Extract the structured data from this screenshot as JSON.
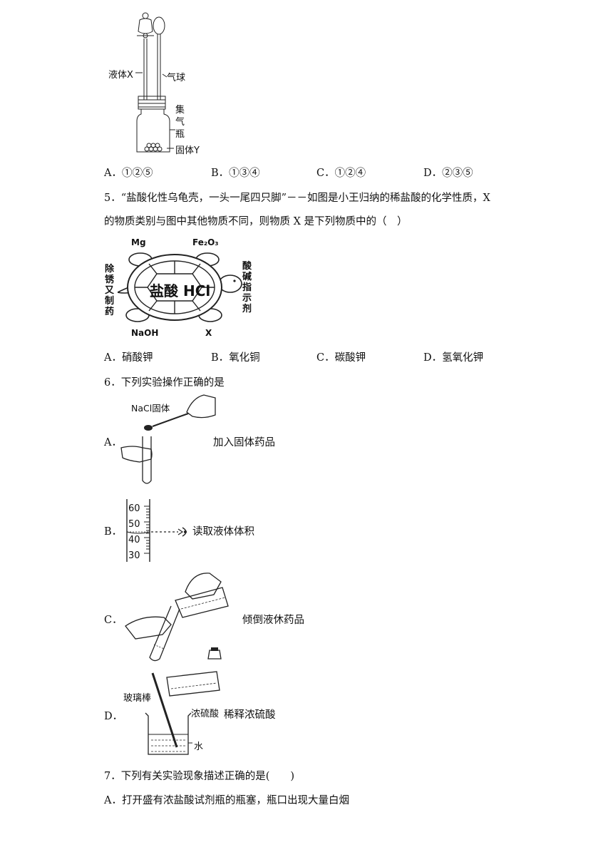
{
  "apparatus": {
    "label_liquid": "液体X",
    "label_balloon": "气球",
    "label_bottle": [
      "集",
      "气",
      "瓶"
    ],
    "label_solid": "固体Y"
  },
  "q4": {
    "options": [
      {
        "letter": "A．",
        "text": "①②⑤"
      },
      {
        "letter": "B．",
        "text": "①③④"
      },
      {
        "letter": "C．",
        "text": "①②④"
      },
      {
        "letter": "D．",
        "text": "②③⑤"
      }
    ]
  },
  "q5": {
    "line1": "5．“盐酸化性乌龟壳，一头一尾四只脚”－－如图是小王归纳的稀盐酸的化学性质，X",
    "line2": "的物质类别与图中其他物质不同，则物质 X 是下列物质中的（　）",
    "turtle": {
      "center": "盐酸 HCl",
      "mg": "Mg",
      "fe2o3": "Fe₂O₃",
      "naoh": "NaOH",
      "x": "X",
      "left": [
        "除",
        "锈",
        "又",
        "制",
        "药"
      ],
      "right": [
        "酸",
        "碱",
        "指",
        "示",
        "剂"
      ]
    },
    "options": [
      {
        "letter": "A．",
        "text": "硝酸钾"
      },
      {
        "letter": "B．",
        "text": "氧化铜"
      },
      {
        "letter": "C．",
        "text": "碳酸钾"
      },
      {
        "letter": "D．",
        "text": "氢氧化钾"
      }
    ]
  },
  "q6": {
    "stem": "6．下列实验操作正确的是",
    "a": {
      "letter": "A．",
      "caption": "加入固体药品",
      "label": "NaCl固体"
    },
    "b": {
      "letter": "B．",
      "caption": "读取液体体积",
      "ticks": [
        "60",
        "50",
        "40",
        "30"
      ]
    },
    "c": {
      "letter": "C．",
      "caption": "倾倒液休药品"
    },
    "d": {
      "letter": "D．",
      "caption": "稀释浓硫酸",
      "rod": "玻璃棒",
      "acid": "浓硫酸",
      "water": "水"
    }
  },
  "q7": {
    "stem": "7．下列有关实验现象描述正确的是(　　)",
    "option_a": "A．打开盛有浓盐酸试剂瓶的瓶塞，瓶口出现大量白烟"
  }
}
